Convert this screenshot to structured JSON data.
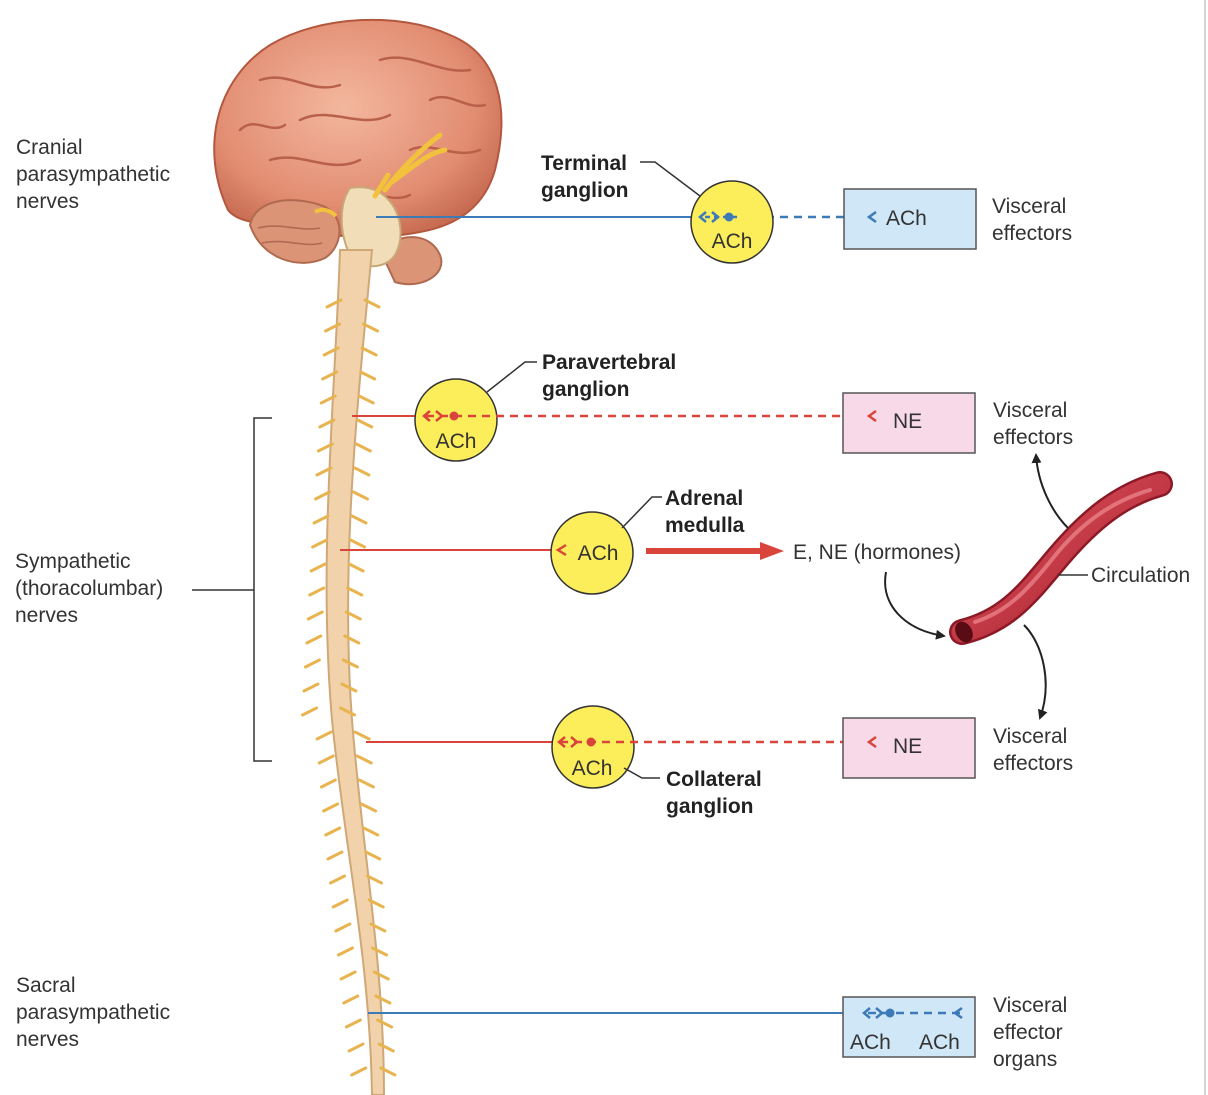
{
  "labels": {
    "cranial": [
      "Cranial",
      "parasympathetic",
      "nerves"
    ],
    "sympathetic": [
      "Sympathetic",
      "(thoracolumbar)",
      "nerves"
    ],
    "sacral": [
      "Sacral",
      "parasympathetic",
      "nerves"
    ],
    "terminal_ganglion": [
      "Terminal",
      "ganglion"
    ],
    "paravertebral_ganglion": [
      "Paravertebral",
      "ganglion"
    ],
    "adrenal_medulla": [
      "Adrenal",
      "medulla"
    ],
    "collateral_ganglion": [
      "Collateral",
      "ganglion"
    ],
    "visceral_effectors": [
      "Visceral",
      "effectors"
    ],
    "visceral_effector_organs": [
      "Visceral",
      "effector",
      "organs"
    ],
    "hormones": "E, NE (hormones)",
    "circulation": "Circulation"
  },
  "transmitters": {
    "ach": "ACh",
    "ne": "NE"
  },
  "colors": {
    "parasympathetic": "#3d7ab8",
    "sympathetic": "#d9453a",
    "ganglion_fill": "#fbee5a",
    "para_effector_fill": "#cfe7f6",
    "symp_effector_fill": "#f7d9e8",
    "vessel": "#c7323f"
  }
}
